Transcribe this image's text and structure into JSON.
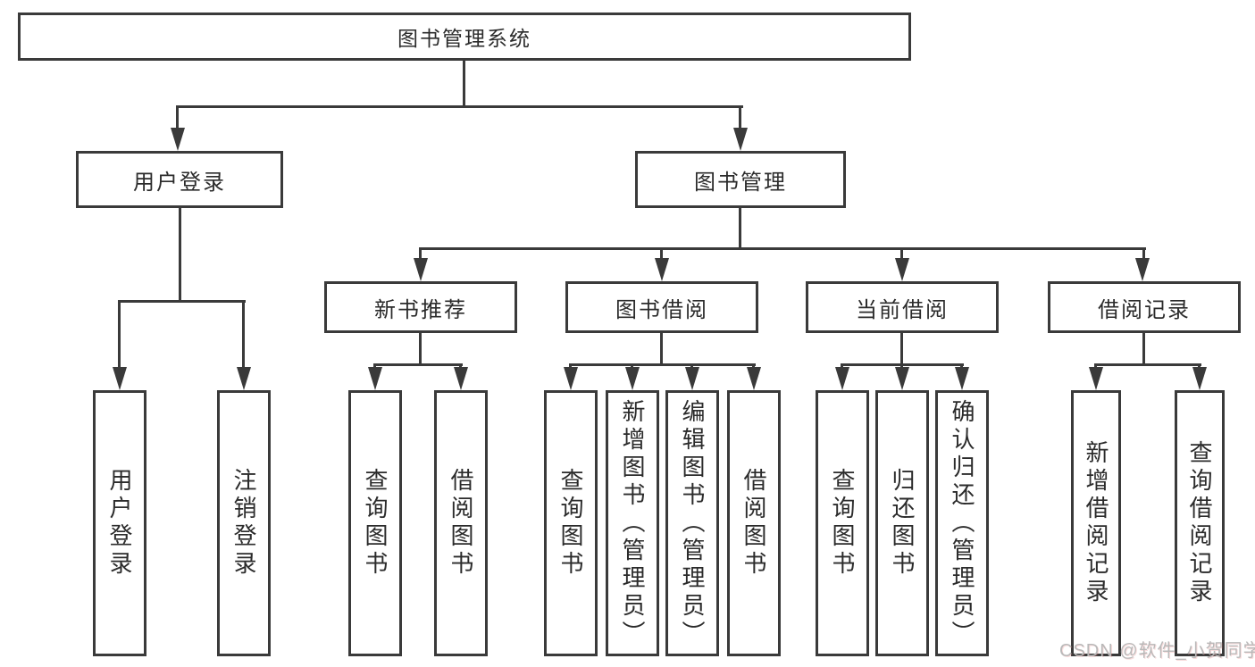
{
  "diagram": {
    "root_label": "图书管理系统",
    "branches": [
      {
        "label": "用户登录",
        "children": [
          "用户登录",
          "注销登录"
        ]
      },
      {
        "label": "图书管理",
        "groups": [
          {
            "label": "新书推荐",
            "children": [
              "查询图书",
              "借阅图书"
            ]
          },
          {
            "label": "图书借阅",
            "children": [
              "查询图书",
              "新增图书（管理员）",
              "编辑图书（管理员）",
              "借阅图书"
            ]
          },
          {
            "label": "当前借阅",
            "children": [
              "查询图书",
              "归还图书",
              "确认归还（管理员）"
            ]
          },
          {
            "label": "借阅记录",
            "children": [
              "新增借阅记录",
              "查询借阅记录"
            ]
          }
        ]
      }
    ]
  },
  "watermark": {
    "text": "CSDN @软件_小贺同学"
  },
  "colors": {
    "line": "#3a3a3a",
    "text": "#2b2b2b",
    "watermark": "#b9b9b9",
    "background": "#ffffff"
  }
}
